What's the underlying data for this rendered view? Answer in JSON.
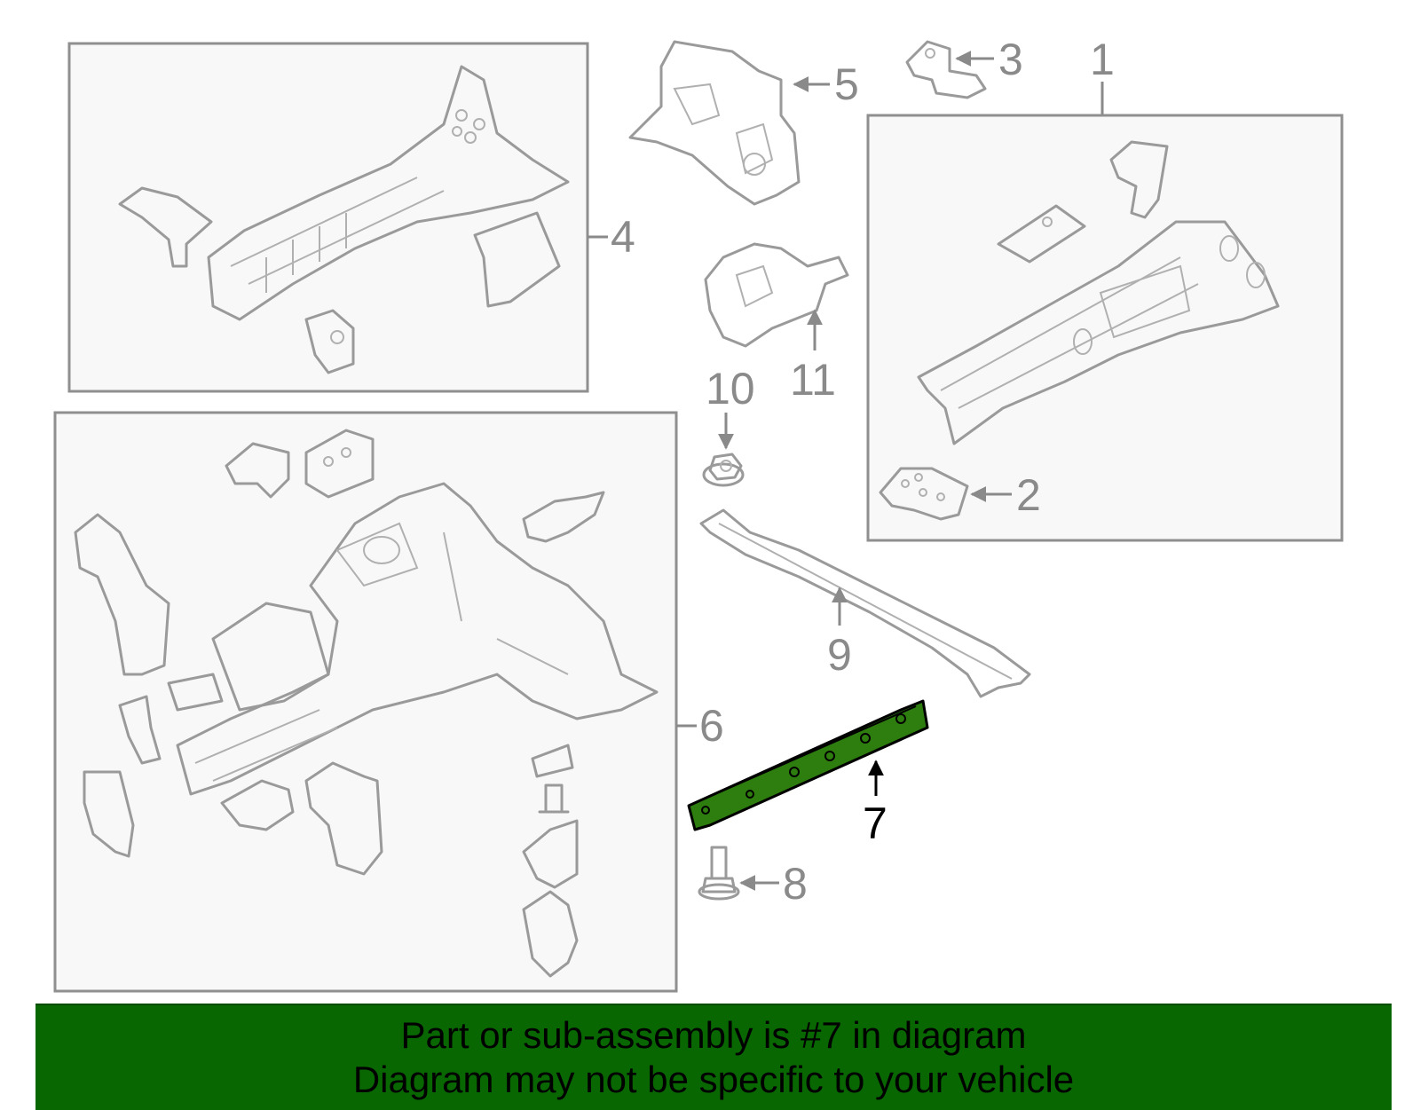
{
  "colors": {
    "highlight": "#2e7d0f",
    "banner": "#086700",
    "line": "#9a9a9a",
    "box_fill": "#f8f8f8"
  },
  "callouts": {
    "c1": "1",
    "c2": "2",
    "c3": "3",
    "c4": "4",
    "c5": "5",
    "c6": "6",
    "c7": "7",
    "c8": "8",
    "c9": "9",
    "c10": "10",
    "c11": "11"
  },
  "highlighted_part": "7",
  "banner": {
    "line1": "Part or sub-assembly is #7 in diagram",
    "line2": "Diagram may not be specific to your vehicle"
  }
}
